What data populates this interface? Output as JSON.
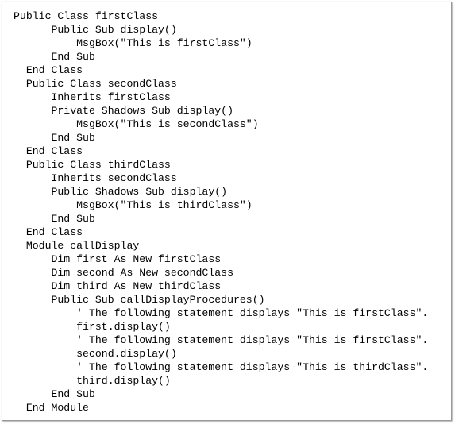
{
  "code": {
    "lines": [
      "Public Class firstClass",
      "      Public Sub display()",
      "          MsgBox(\"This is firstClass\")",
      "      End Sub",
      "  End Class",
      "  Public Class secondClass",
      "      Inherits firstClass",
      "      Private Shadows Sub display()",
      "          MsgBox(\"This is secondClass\")",
      "      End Sub",
      "  End Class",
      "  Public Class thirdClass",
      "      Inherits secondClass",
      "      Public Shadows Sub display()",
      "          MsgBox(\"This is thirdClass\")",
      "      End Sub",
      "  End Class",
      "  Module callDisplay",
      "      Dim first As New firstClass",
      "      Dim second As New secondClass",
      "      Dim third As New thirdClass",
      "      Public Sub callDisplayProcedures()",
      "          ' The following statement displays \"This is firstClass\".",
      "          first.display()",
      "          ' The following statement displays \"This is firstClass\".",
      "          second.display()",
      "          ' The following statement displays \"This is thirdClass\".",
      "          third.display()",
      "      End Sub",
      "  End Module"
    ]
  }
}
